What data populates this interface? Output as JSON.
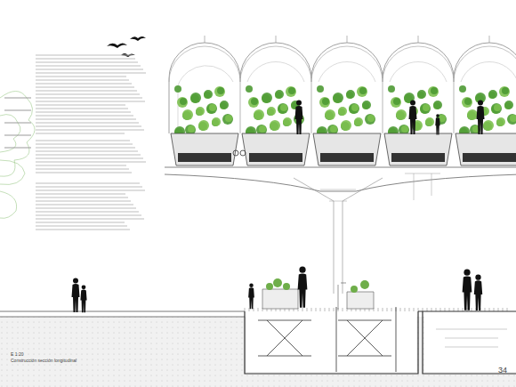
{
  "diagram": {
    "caption": "Construcción sección longitudinal",
    "labels": [
      "E 1:20",
      "34"
    ]
  }
}
